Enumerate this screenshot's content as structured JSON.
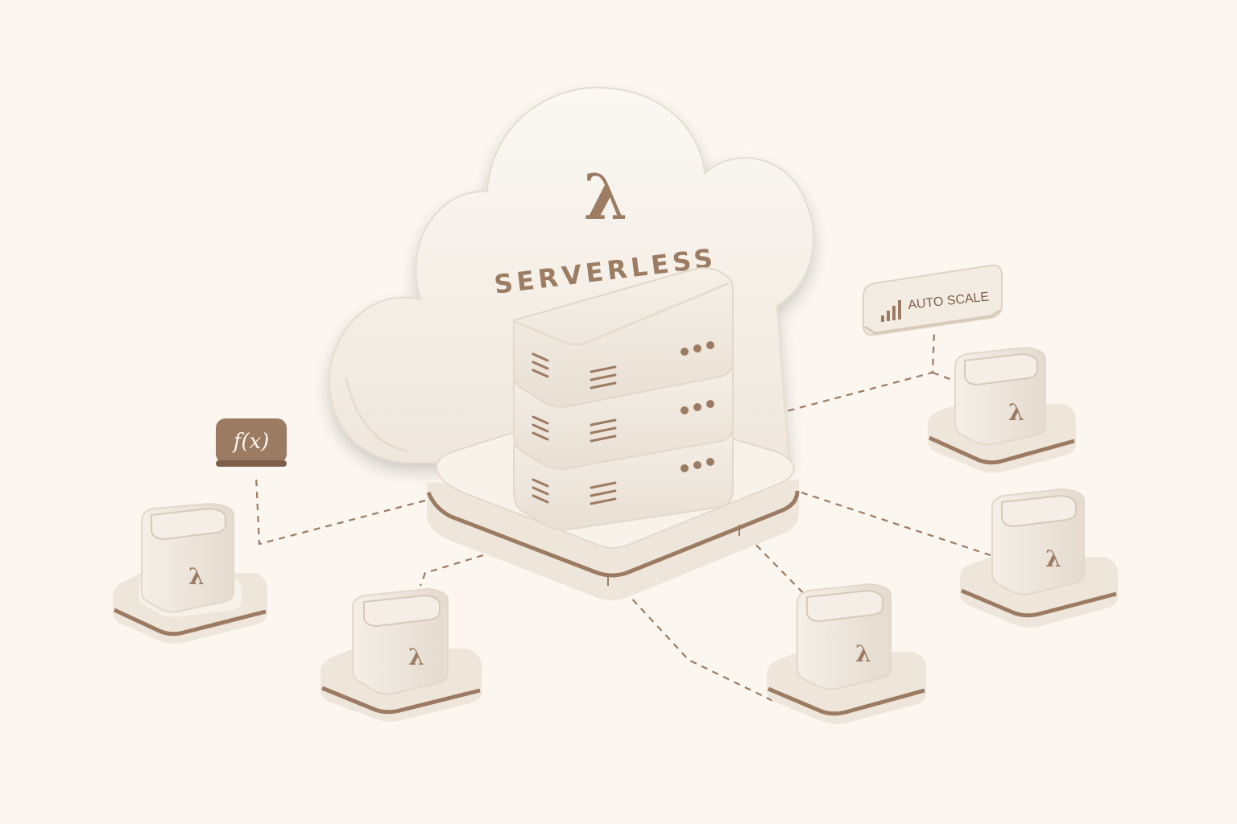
{
  "cloud": {
    "symbol": "λ",
    "title": "SERVERLESS"
  },
  "function_badge": {
    "label": "f(x)"
  },
  "autoscale_badge": {
    "label": "AUTO SCALE",
    "icon": "bar-chart-icon"
  },
  "function_nodes": [
    {
      "symbol": "λ"
    },
    {
      "symbol": "λ"
    },
    {
      "symbol": "λ"
    },
    {
      "symbol": "λ"
    },
    {
      "symbol": "λ"
    }
  ],
  "colors": {
    "background": "#fbf6f0",
    "accent": "#9c7b63",
    "body": "#f2ebe2",
    "badge_dark": "#9c7b63"
  }
}
